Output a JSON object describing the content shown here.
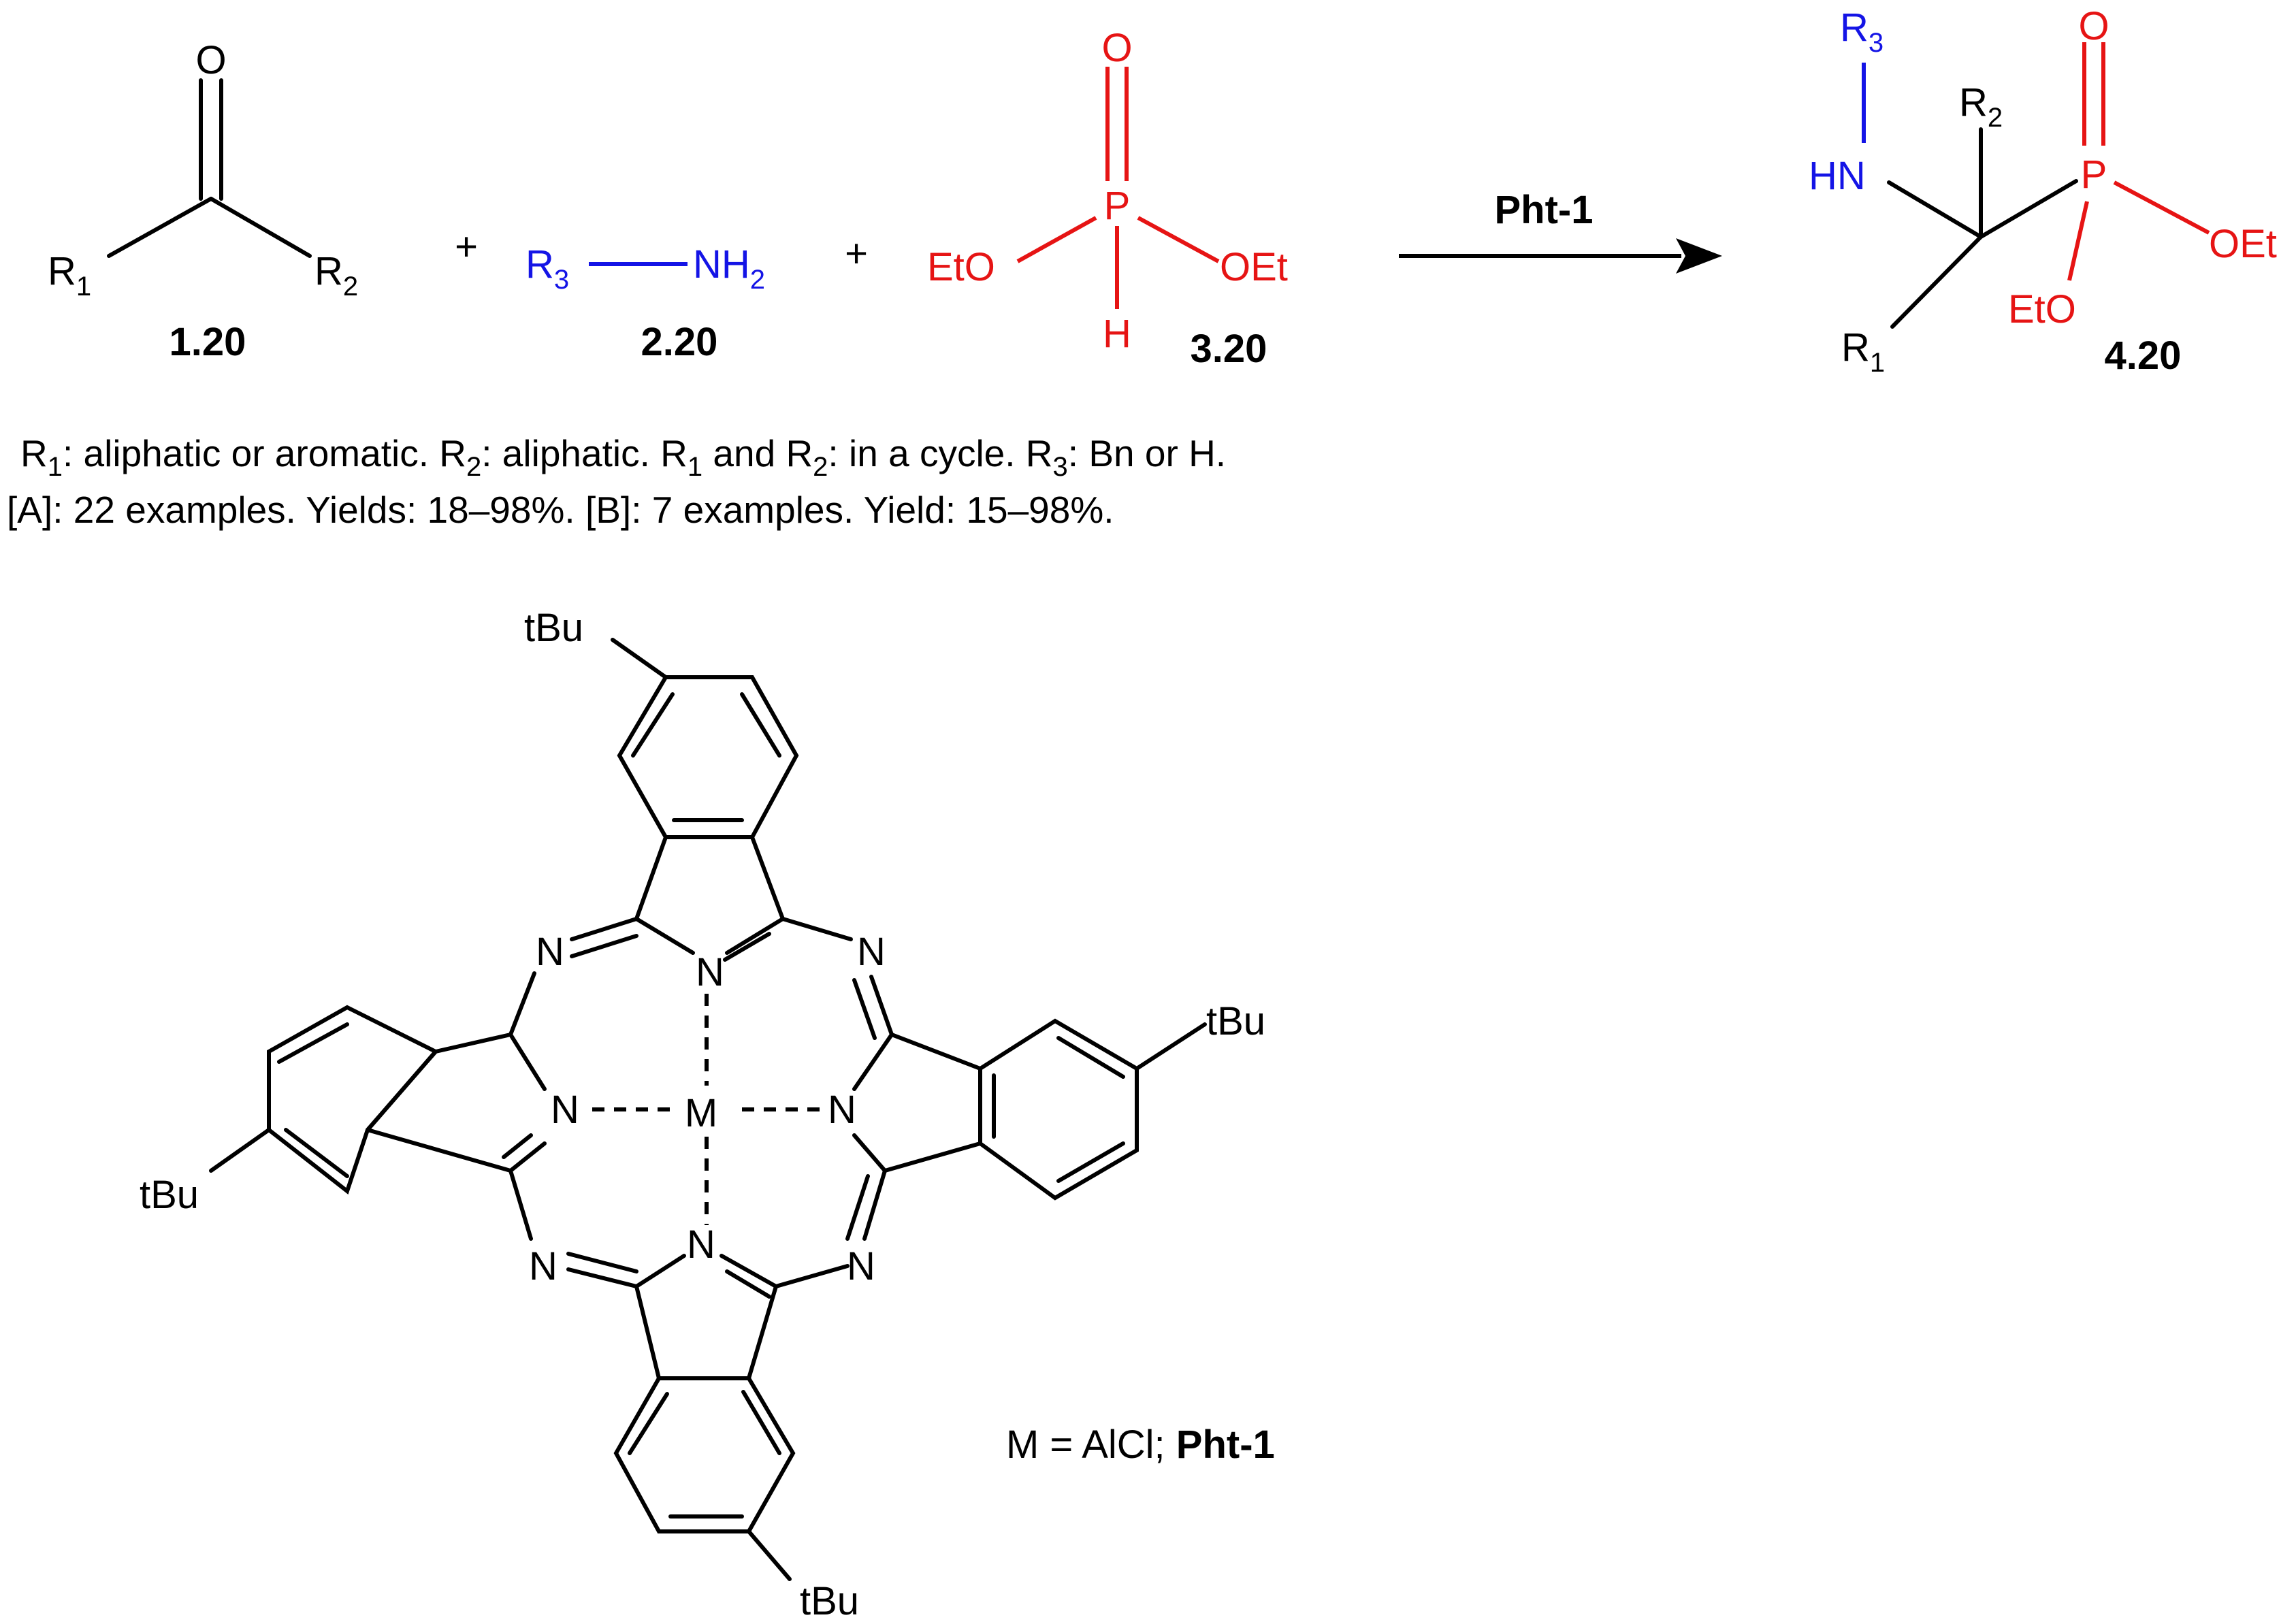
{
  "colors": {
    "black": "#000000",
    "blue": "#1414e6",
    "red": "#e61414"
  },
  "reaction": {
    "compound_ids": {
      "ketone": "1.20",
      "amine": "2.20",
      "phosphite": "3.20",
      "product": "4.20"
    },
    "catalyst": "Pht-1",
    "plus": "+",
    "labels": {
      "O": "O",
      "R": "R",
      "sub1": "1",
      "sub2": "2",
      "sub3": "3",
      "NH": "NH",
      "HN": "HN",
      "P": "P",
      "EtO": "EtO",
      "OEt": "OEt",
      "H": "H"
    }
  },
  "notes": {
    "line1": {
      "r1_pre": "R",
      "r1_sub": "1",
      "r1_text": ": aliphatic or aromatic. R",
      "r2_sub": "2",
      "r2_text": ": aliphatic. R",
      "r1b_sub": "1",
      "and_text": " and R",
      "r2b_sub": "2",
      "cycle_text": ": in a cycle. R",
      "r3_sub": "3",
      "end_text": ": Bn or H."
    },
    "line2": "[A]: 22 examples. Yields: 18–98%. [B]: 7 examples. Yield: 15–98%."
  },
  "catalyst_structure": {
    "atom_N": "N",
    "metal": "M",
    "tBu": "tBu",
    "caption_prefix": "M = AlCl; ",
    "caption_name": "Pht-1"
  }
}
